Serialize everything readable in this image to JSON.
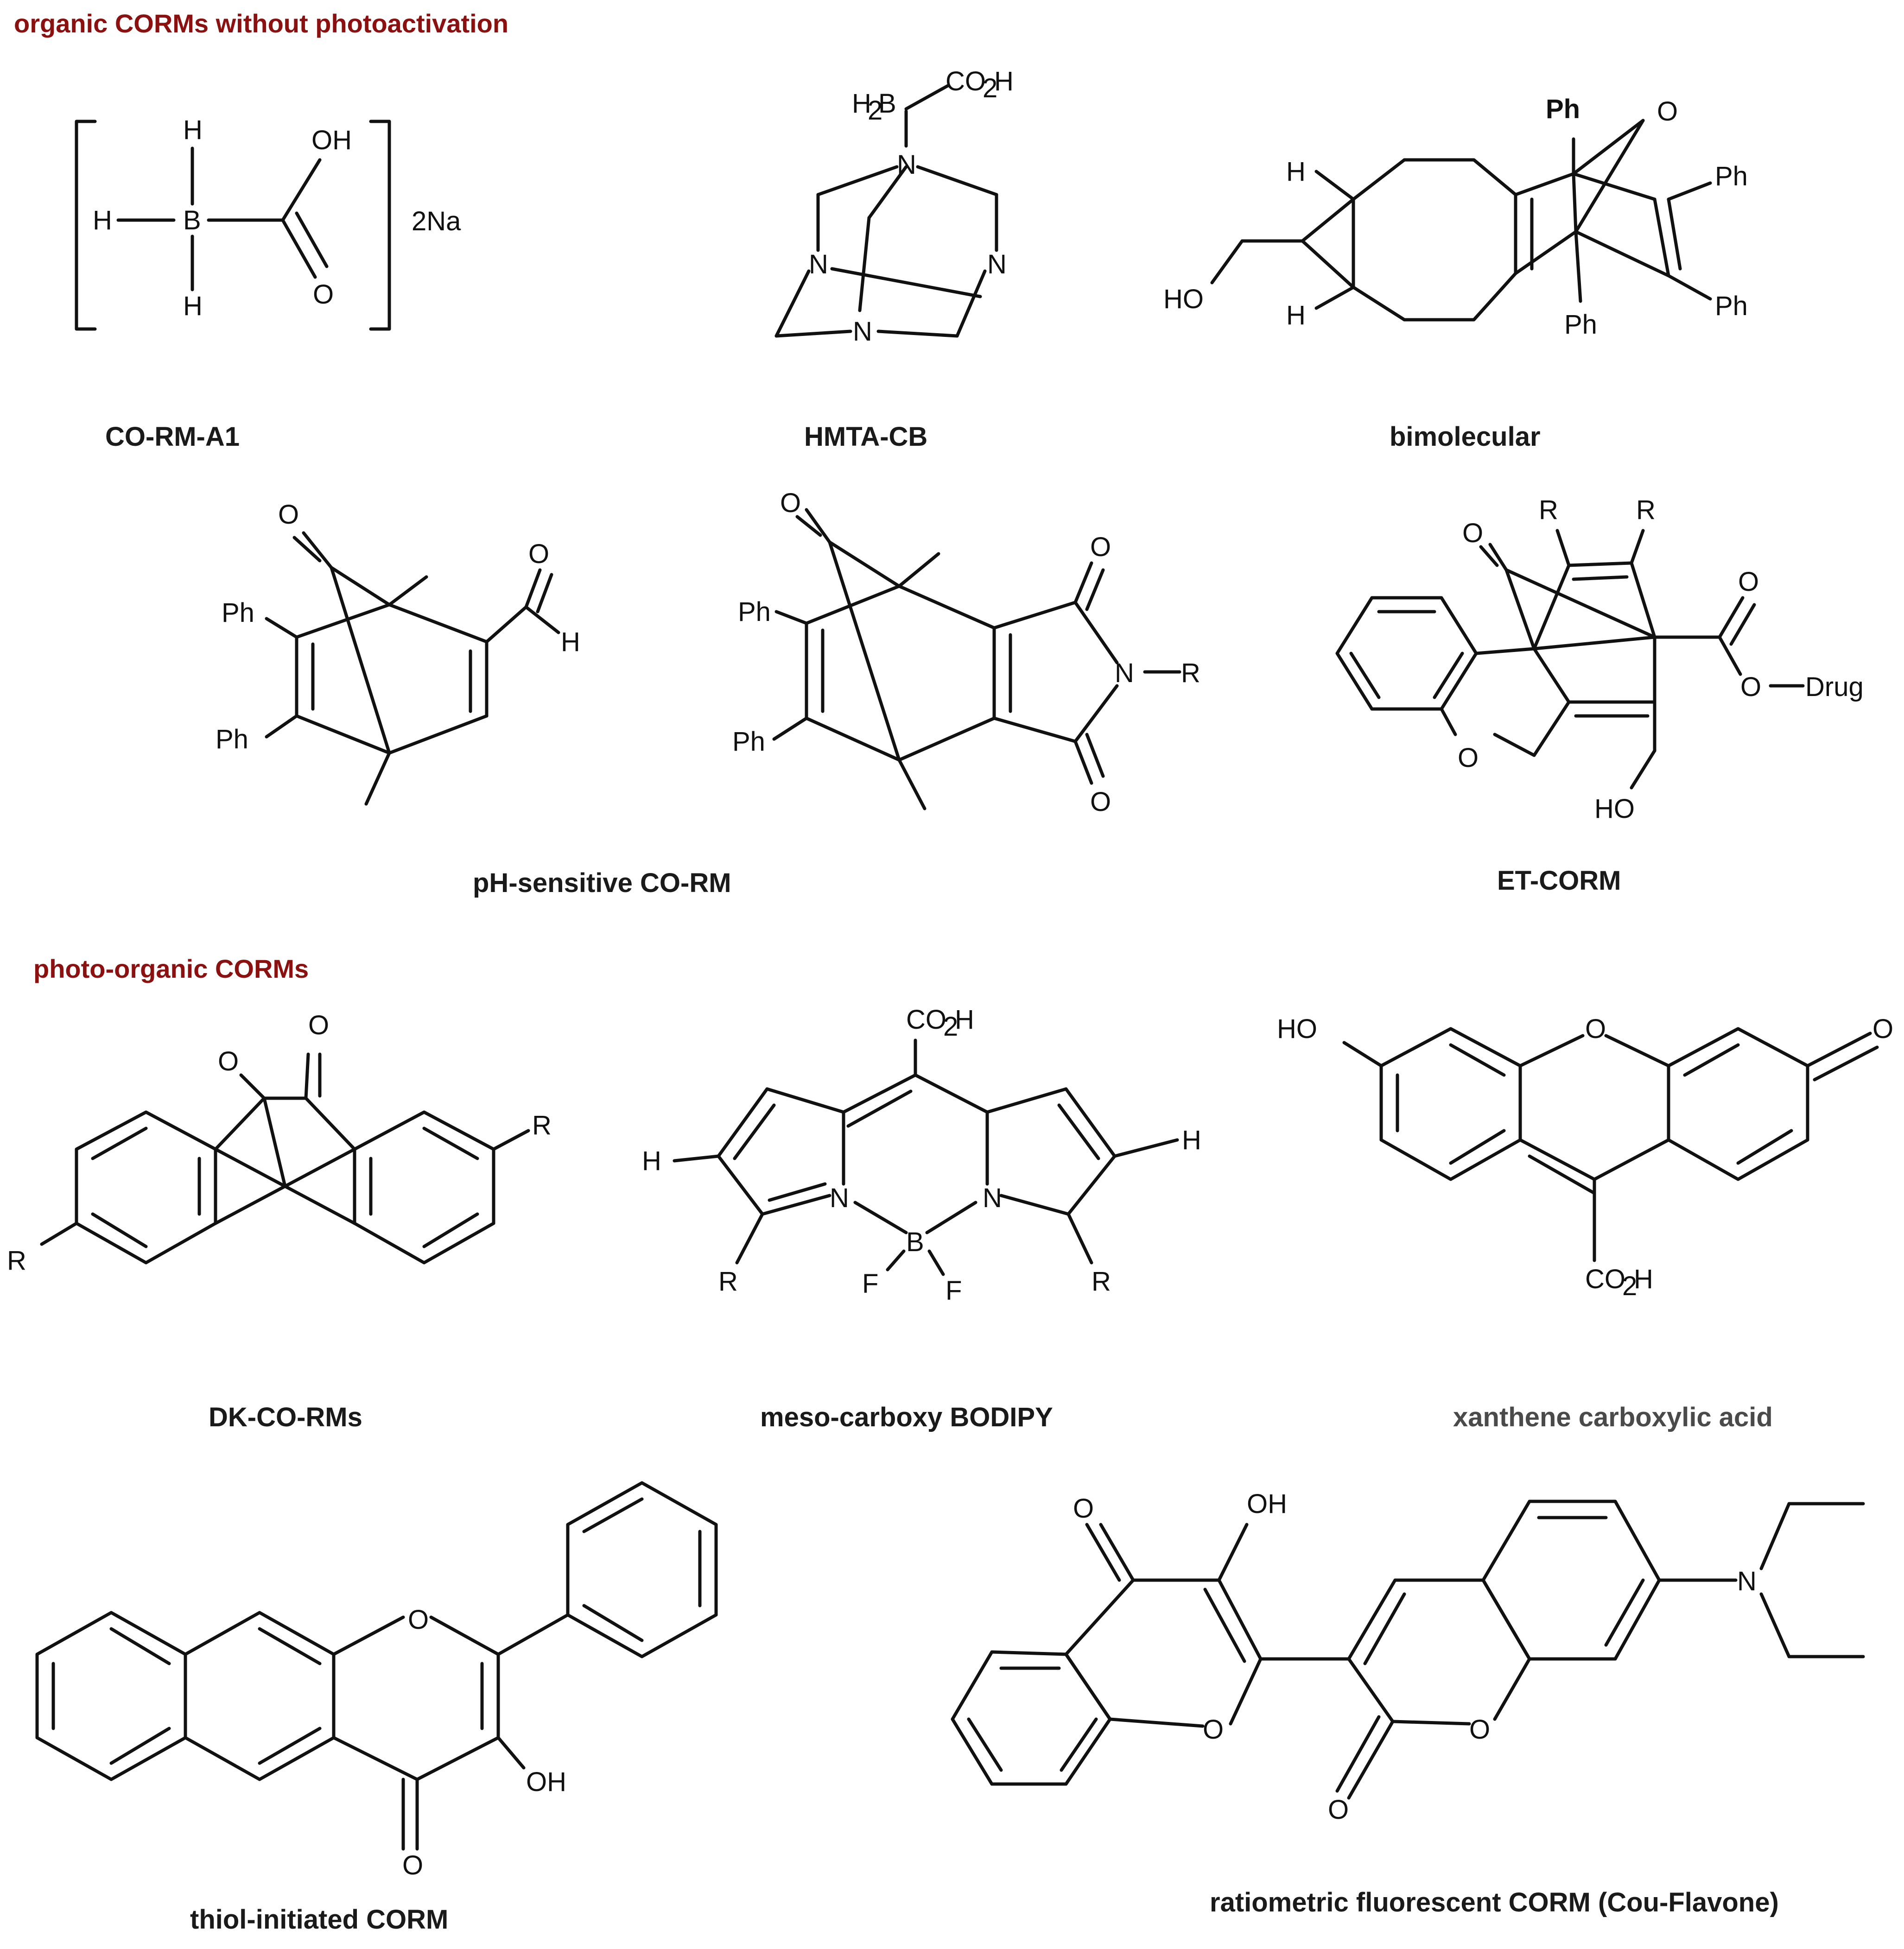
{
  "sections": {
    "without_photo": "organic CORMs without photoactivation",
    "photo": "photo-organic CORMs"
  },
  "captions": {
    "corm_a1": "CO-RM-A1",
    "hmta_cb": "HMTA-CB",
    "bimolecular": "bimolecular",
    "ph_sensitive": "pH-sensitive CO-RM",
    "et_corm": "ET-CORM",
    "dk_co_rms": "DK-CO-RMs",
    "meso_bodipy": "meso-carboxy BODIPY",
    "xanthene": "xanthene carboxylic acid",
    "thiol": "thiol-initiated CORM",
    "ratiometric": "ratiometric fluorescent CORM (Cou-Flavone)"
  },
  "atoms": {
    "H": "H",
    "B": "B",
    "OH": "OH",
    "O": "O",
    "N": "N",
    "F": "F",
    "R": "R",
    "Ph": "Ph",
    "HO": "HO",
    "Drug": "Drug",
    "Na2": "2Na",
    "H2": "H",
    "sub2": "2",
    "CO": "CO",
    "CO2H_H": "H"
  },
  "colors": {
    "section": "#8b1010",
    "caption": "#1a1a1a",
    "caption_gray": "#4a4a4a"
  }
}
